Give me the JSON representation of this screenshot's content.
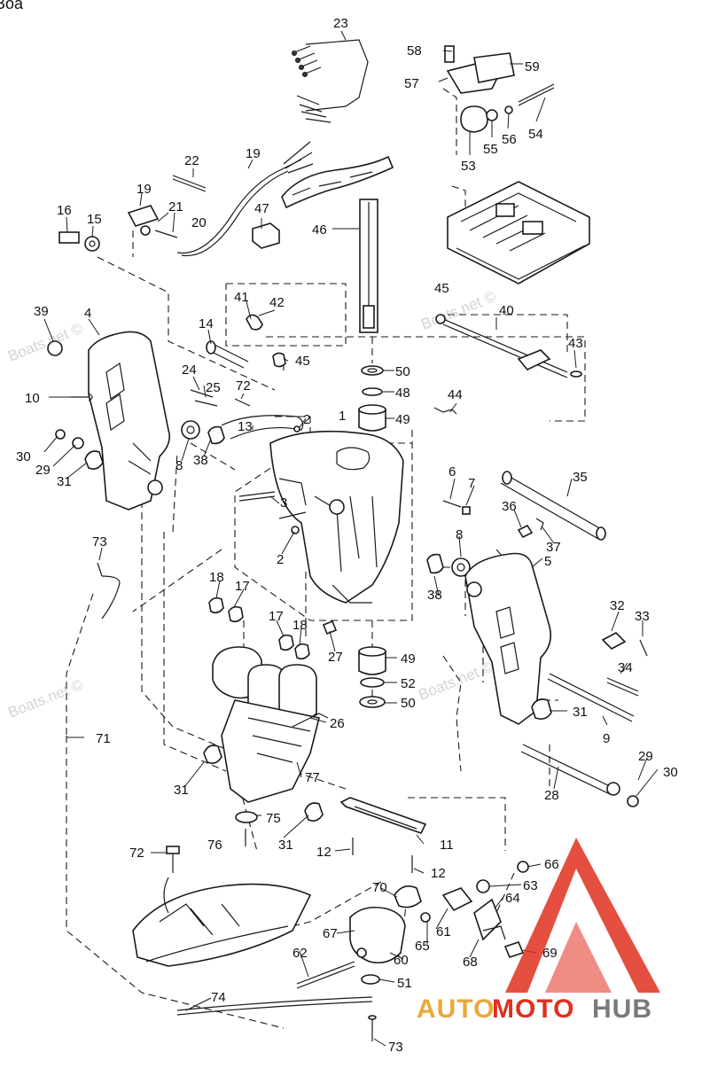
{
  "watermarks": {
    "corner": "Boa",
    "site": "Boats.net ©"
  },
  "brand": {
    "part1": "AUTO",
    "part2": "MOTO",
    "part3": "HUB",
    "colors": {
      "gold": "#e8a93a",
      "red": "#e0301e",
      "gray": "#7a7a7a"
    }
  },
  "callouts": [
    {
      "id": "c23",
      "text": "23"
    },
    {
      "id": "c58",
      "text": "58"
    },
    {
      "id": "c59",
      "text": "59"
    },
    {
      "id": "c57",
      "text": "57"
    },
    {
      "id": "c54",
      "text": "54"
    },
    {
      "id": "c55",
      "text": "55"
    },
    {
      "id": "c56",
      "text": "56"
    },
    {
      "id": "c53",
      "text": "53"
    },
    {
      "id": "c22",
      "text": "22"
    },
    {
      "id": "c19a",
      "text": "19"
    },
    {
      "id": "c19b",
      "text": "19"
    },
    {
      "id": "c16",
      "text": "16"
    },
    {
      "id": "c15",
      "text": "15"
    },
    {
      "id": "c21",
      "text": "21"
    },
    {
      "id": "c20",
      "text": "20"
    },
    {
      "id": "c47",
      "text": "47"
    },
    {
      "id": "c46",
      "text": "46"
    },
    {
      "id": "c45a",
      "text": "45"
    },
    {
      "id": "c40",
      "text": "40"
    },
    {
      "id": "c43",
      "text": "43"
    },
    {
      "id": "c39",
      "text": "39"
    },
    {
      "id": "c4",
      "text": "4"
    },
    {
      "id": "c41",
      "text": "41"
    },
    {
      "id": "c42",
      "text": "42"
    },
    {
      "id": "c14",
      "text": "14"
    },
    {
      "id": "c45b",
      "text": "45"
    },
    {
      "id": "c50a",
      "text": "50"
    },
    {
      "id": "c48",
      "text": "48"
    },
    {
      "id": "c44",
      "text": "44"
    },
    {
      "id": "c49a",
      "text": "49"
    },
    {
      "id": "c10",
      "text": "10"
    },
    {
      "id": "c24",
      "text": "24"
    },
    {
      "id": "c25",
      "text": "25"
    },
    {
      "id": "c72a",
      "text": "72"
    },
    {
      "id": "c13",
      "text": "13"
    },
    {
      "id": "c2a",
      "text": "2"
    },
    {
      "id": "c1",
      "text": "1"
    },
    {
      "id": "c30a",
      "text": "30"
    },
    {
      "id": "c29a",
      "text": "29"
    },
    {
      "id": "c31a",
      "text": "31"
    },
    {
      "id": "c8a",
      "text": "8"
    },
    {
      "id": "c38a",
      "text": "38"
    },
    {
      "id": "c3",
      "text": "3"
    },
    {
      "id": "c6",
      "text": "6"
    },
    {
      "id": "c7",
      "text": "7"
    },
    {
      "id": "c35",
      "text": "35"
    },
    {
      "id": "c36",
      "text": "36"
    },
    {
      "id": "c37",
      "text": "37"
    },
    {
      "id": "c2b",
      "text": "2"
    },
    {
      "id": "c8b",
      "text": "8"
    },
    {
      "id": "c73a",
      "text": "73"
    },
    {
      "id": "c5",
      "text": "5"
    },
    {
      "id": "c38b",
      "text": "38"
    },
    {
      "id": "c18a",
      "text": "18"
    },
    {
      "id": "c17a",
      "text": "17"
    },
    {
      "id": "c32",
      "text": "32"
    },
    {
      "id": "c33",
      "text": "33"
    },
    {
      "id": "c17b",
      "text": "17"
    },
    {
      "id": "c18b",
      "text": "18"
    },
    {
      "id": "c27",
      "text": "27"
    },
    {
      "id": "c49b",
      "text": "49"
    },
    {
      "id": "c34",
      "text": "34"
    },
    {
      "id": "c52",
      "text": "52"
    },
    {
      "id": "c50b",
      "text": "50"
    },
    {
      "id": "c31b",
      "text": "31"
    },
    {
      "id": "c26",
      "text": "26"
    },
    {
      "id": "c9",
      "text": "9"
    },
    {
      "id": "c71",
      "text": "71"
    },
    {
      "id": "c77",
      "text": "77"
    },
    {
      "id": "c29b",
      "text": "29"
    },
    {
      "id": "c30b",
      "text": "30"
    },
    {
      "id": "c31c",
      "text": "31"
    },
    {
      "id": "c28",
      "text": "28"
    },
    {
      "id": "c75",
      "text": "75"
    },
    {
      "id": "c76",
      "text": "76"
    },
    {
      "id": "c31d",
      "text": "31"
    },
    {
      "id": "c12a",
      "text": "12"
    },
    {
      "id": "c11",
      "text": "11"
    },
    {
      "id": "c72b",
      "text": "72"
    },
    {
      "id": "c12b",
      "text": "12"
    },
    {
      "id": "c66",
      "text": "66"
    },
    {
      "id": "c63",
      "text": "63"
    },
    {
      "id": "c70",
      "text": "70"
    },
    {
      "id": "c64",
      "text": "64"
    },
    {
      "id": "c61",
      "text": "61"
    },
    {
      "id": "c67",
      "text": "67"
    },
    {
      "id": "c65",
      "text": "65"
    },
    {
      "id": "c62",
      "text": "62"
    },
    {
      "id": "c60",
      "text": "60"
    },
    {
      "id": "c68",
      "text": "68"
    },
    {
      "id": "c69",
      "text": "69"
    },
    {
      "id": "c51",
      "text": "51"
    },
    {
      "id": "c74",
      "text": "74"
    },
    {
      "id": "c73b",
      "text": "73"
    }
  ]
}
